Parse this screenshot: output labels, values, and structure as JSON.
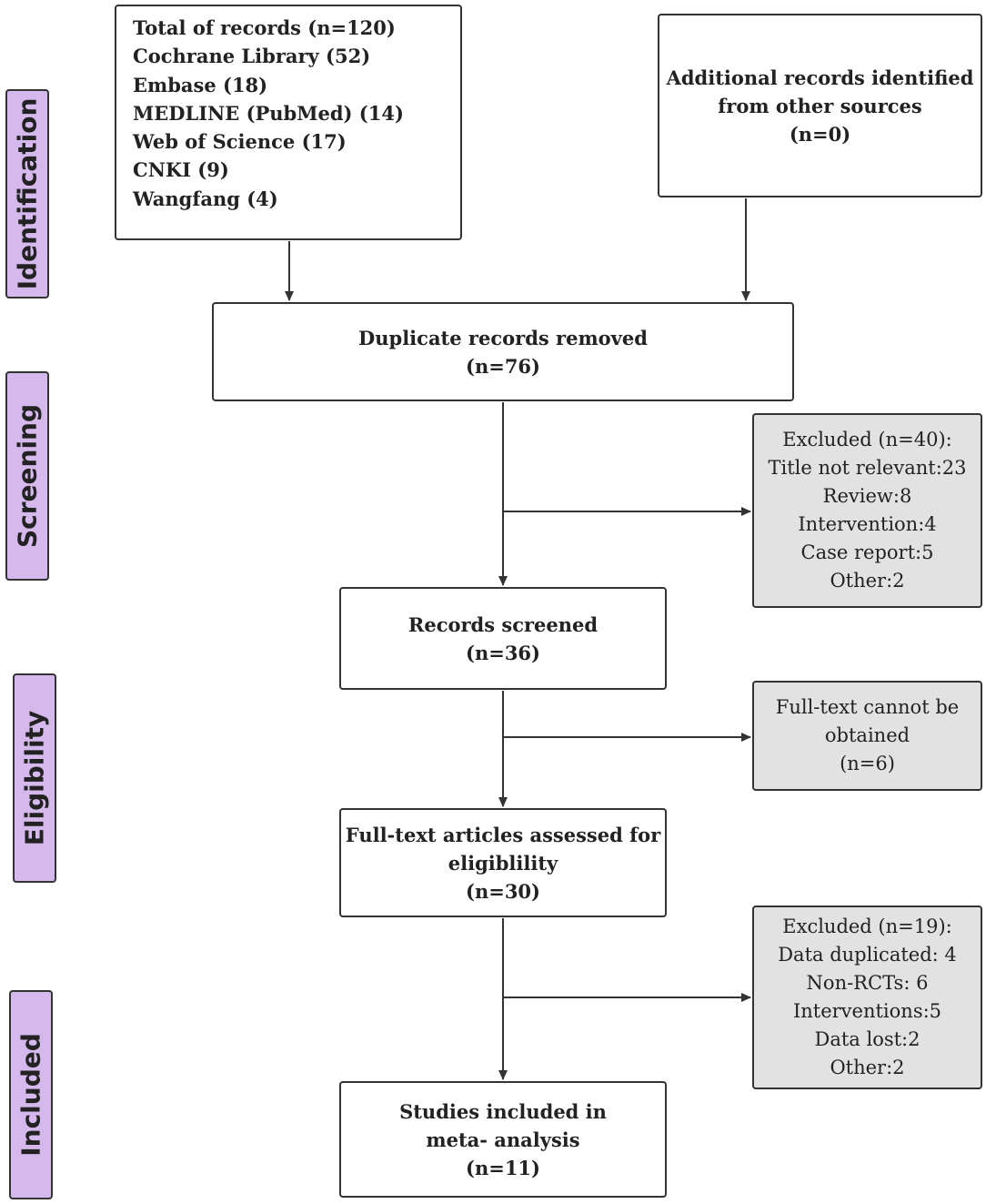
{
  "stages": {
    "identification": "Identification",
    "screening": "Screening",
    "eligibility": "Eligibility",
    "included": "Included"
  },
  "identification_box": {
    "lines": [
      "Total of records (n=120)",
      "Cochrane Library (52)",
      "Embase (18)",
      "MEDLINE (PubMed) (14)",
      "Web of Science (17)",
      "CNKI (9)",
      "Wangfang (4)"
    ]
  },
  "additional_box": {
    "line1": "Additional records identified",
    "line2": "from other sources",
    "line3": "(n=0)"
  },
  "duplicates_box": {
    "title": "Duplicate records removed",
    "count": "(n=76)"
  },
  "excluded_screening": {
    "lines": [
      "Excluded (n=40):",
      "Title not relevant:23",
      "Review:8",
      "Intervention:4",
      "Case report:5",
      "Other:2"
    ]
  },
  "screened_box": {
    "title": "Records screened",
    "count": "(n=36)"
  },
  "fulltext_unavailable": {
    "line1": "Full-text cannot be",
    "line2": "obtained",
    "line3": "(n=6)"
  },
  "assessed_box": {
    "line1": "Full-text articles assessed for",
    "line2": "eligiblility",
    "count": "(n=30)"
  },
  "excluded_eligibility": {
    "lines": [
      "Excluded (n=19):",
      "Data duplicated: 4",
      "Non-RCTs: 6",
      "Interventions:5",
      "Data lost:2",
      "Other:2"
    ]
  },
  "included_box": {
    "line1": "Studies included in",
    "line2": "meta- analysis",
    "count": "(n=11)"
  },
  "colors": {
    "stage_fill": "#d5b8ec",
    "excluded_fill": "#e2e2e2",
    "border": "#333333"
  }
}
